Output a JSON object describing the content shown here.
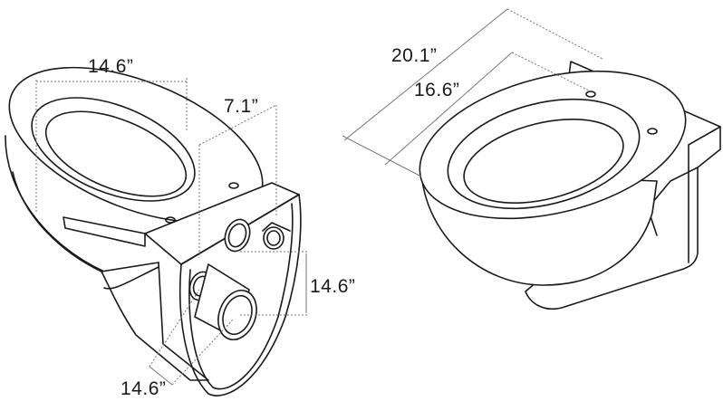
{
  "diagram": {
    "subject": "Wall-hung toilet dimensions",
    "views": [
      {
        "name": "side-cutaway-view",
        "dimensions": {
          "seat_width": "14.6”",
          "rear_depth": "7.1”",
          "pipe_vertical_spacing": "14.6”",
          "pipe_horizontal_spacing": "14.6”"
        }
      },
      {
        "name": "front-perspective-view",
        "dimensions": {
          "overall_length": "20.1”",
          "bowl_length": "16.6”"
        }
      }
    ],
    "colors": {
      "line": "#1a1a1a",
      "dimension_line": "#777777",
      "background": "#ffffff"
    }
  }
}
